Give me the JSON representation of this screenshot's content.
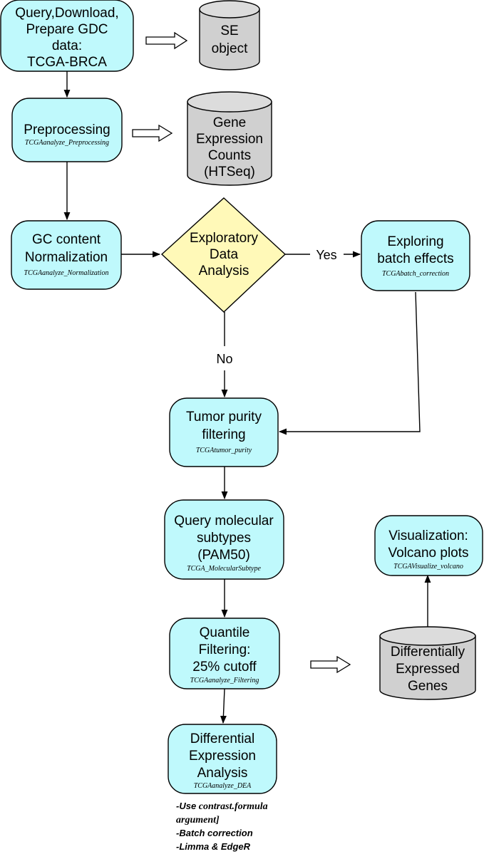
{
  "nodes": {
    "query": {
      "lines": [
        "Query,Download,",
        "Prepare GDC",
        "data:",
        "TCGA-BRCA"
      ]
    },
    "se_object": {
      "lines": [
        "SE",
        "object"
      ]
    },
    "preprocessing": {
      "lines": [
        "Preprocessing"
      ],
      "function": "TCGAanalyze_Preprocessing"
    },
    "gene_counts": {
      "lines": [
        "Gene",
        "Expression",
        "Counts",
        "(HTSeq)"
      ]
    },
    "normalization": {
      "lines": [
        "GC content",
        "Normalization"
      ],
      "function": "TCGAanalyze_Normalization"
    },
    "eda": {
      "lines": [
        "Exploratory",
        "Data",
        "Analysis"
      ]
    },
    "batch": {
      "lines": [
        "Exploring",
        "batch effects"
      ],
      "function": "TCGAbatch_correction"
    },
    "purity": {
      "lines": [
        "Tumor purity",
        "filtering"
      ],
      "function": "TCGAtumor_purity"
    },
    "subtypes": {
      "lines": [
        "Query molecular",
        "subtypes",
        "(PAM50)"
      ],
      "function": "TCGA_MolecularSubtype"
    },
    "quantile": {
      "lines": [
        "Quantile",
        "Filtering:",
        "25% cutoff"
      ],
      "function": "TCGAanalyze_Filtering"
    },
    "dea": {
      "lines": [
        "Differential",
        "Expression",
        "Analysis"
      ],
      "function": "TCGAanalyze_DEA"
    },
    "degs": {
      "lines": [
        "Differentially",
        "Expressed",
        "Genes"
      ]
    },
    "volcano": {
      "lines": [
        "Visualization:",
        "Volcano plots"
      ],
      "function": "TCGAVisualize_volcano"
    }
  },
  "edge_labels": {
    "yes": "Yes",
    "no": "No"
  },
  "notes": {
    "line1_prefix": "-Use ",
    "line1_code": "contrast.formula",
    "line2": "argument]",
    "line3": "-Batch correction",
    "line4": "-Limma & EdgeR"
  },
  "colors": {
    "process_fill": "#bff9fc",
    "data_fill": "#d0d0d0",
    "decision_fill": "#fff9b8"
  }
}
